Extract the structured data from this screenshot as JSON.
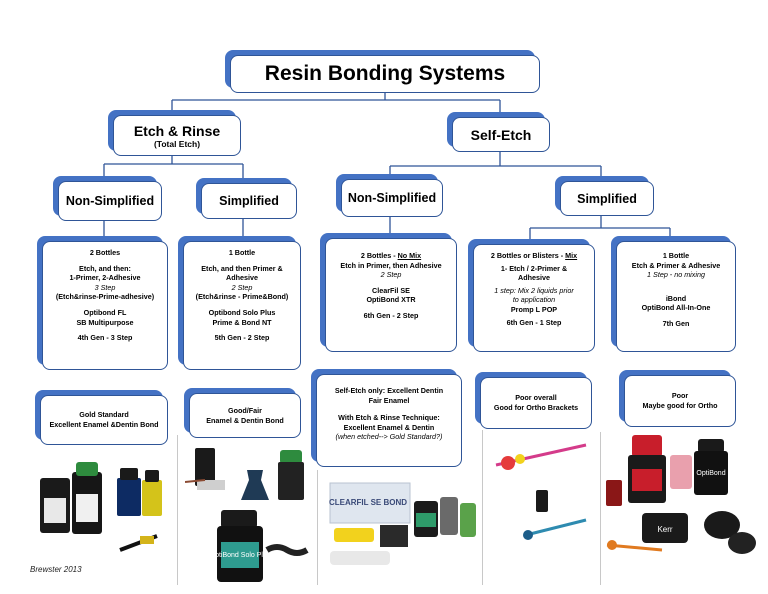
{
  "title": "Resin Bonding Systems",
  "etch_rinse": {
    "label": "Etch & Rinse",
    "sub": "(Total Etch)",
    "non_simplified": {
      "label": "Non-Simplified",
      "detail": {
        "line1": "2 Bottles",
        "line2": "Etch, and then:",
        "line3": "1-Primer, 2-Adhesive",
        "line4": "3 Step",
        "line5": "(Etch&rinse-Prime-adhesive)",
        "line6": "Optibond FL",
        "line7": "SB Multipurpose",
        "line8": "4th Gen - 3 Step"
      },
      "eval": {
        "line1": "Gold Standard",
        "line2": "Excellent Enamel &Dentin Bond"
      }
    },
    "simplified": {
      "label": "Simplified",
      "detail": {
        "line1": "1 Bottle",
        "line2": "Etch, and then Primer &",
        "line3": "Adhesive",
        "line4": "2 Step",
        "line5": "(Etch&rinse - Prime&Bond)",
        "line6": "Optibond Solo Plus",
        "line7": "Prime & Bond NT",
        "line8": "5th Gen - 2 Step"
      },
      "eval": {
        "line1": "Good/Fair",
        "line2": "Enamel & Dentin Bond"
      }
    }
  },
  "self_etch": {
    "label": "Self-Etch",
    "non_simplified": {
      "label": "Non-Simplified",
      "detail": {
        "line1a": "2 Bottles - ",
        "line1b": "No Mix",
        "line2": "Etch in Primer, then Adhesive",
        "line3": "2 Step",
        "line4": "ClearFil SE",
        "line5": "OptiBond XTR",
        "line6": "6th Gen - 2 Step"
      },
      "eval": {
        "line1": "Self-Etch only: Excellent Dentin",
        "line2": "Fair Enamel",
        "line3": "With Etch & Rinse Technique:",
        "line4": "Excellent Enamel & Dentin",
        "line5": "(when etched--> Gold Standard?)"
      }
    },
    "simplified": {
      "label": "Simplified",
      "two_bottle": {
        "line1a": "2 Bottles or Blisters - ",
        "line1b": "Mix",
        "line2": "1- Etch / 2-Primer &",
        "line3": "Adhesive",
        "line4": "1 step: Mix 2 liquids prior",
        "line5": "to application",
        "line6": "Promp L POP",
        "line7": "6th Gen - 1 Step"
      },
      "two_bottle_eval": {
        "line1": "Poor overall",
        "line2": "Good for Ortho Brackets"
      },
      "one_bottle": {
        "line1": "1 Bottle",
        "line2": "Etch & Primer & Adhesive",
        "line3": "1 Step - no mixing",
        "line4": "iBond",
        "line5": "OptiBond All-In-One",
        "line6": "7th Gen"
      },
      "one_bottle_eval": {
        "line1": "Poor",
        "line2": "Maybe good for Ortho"
      }
    }
  },
  "photo_labels": {
    "clearfil": "CLEARFIL SE BOND",
    "optibond_solo": "OptiBond Solo Plus",
    "optibond_bottle": "OptiBond",
    "kerr": "Kerr"
  },
  "credit": "Brewster 2013"
}
